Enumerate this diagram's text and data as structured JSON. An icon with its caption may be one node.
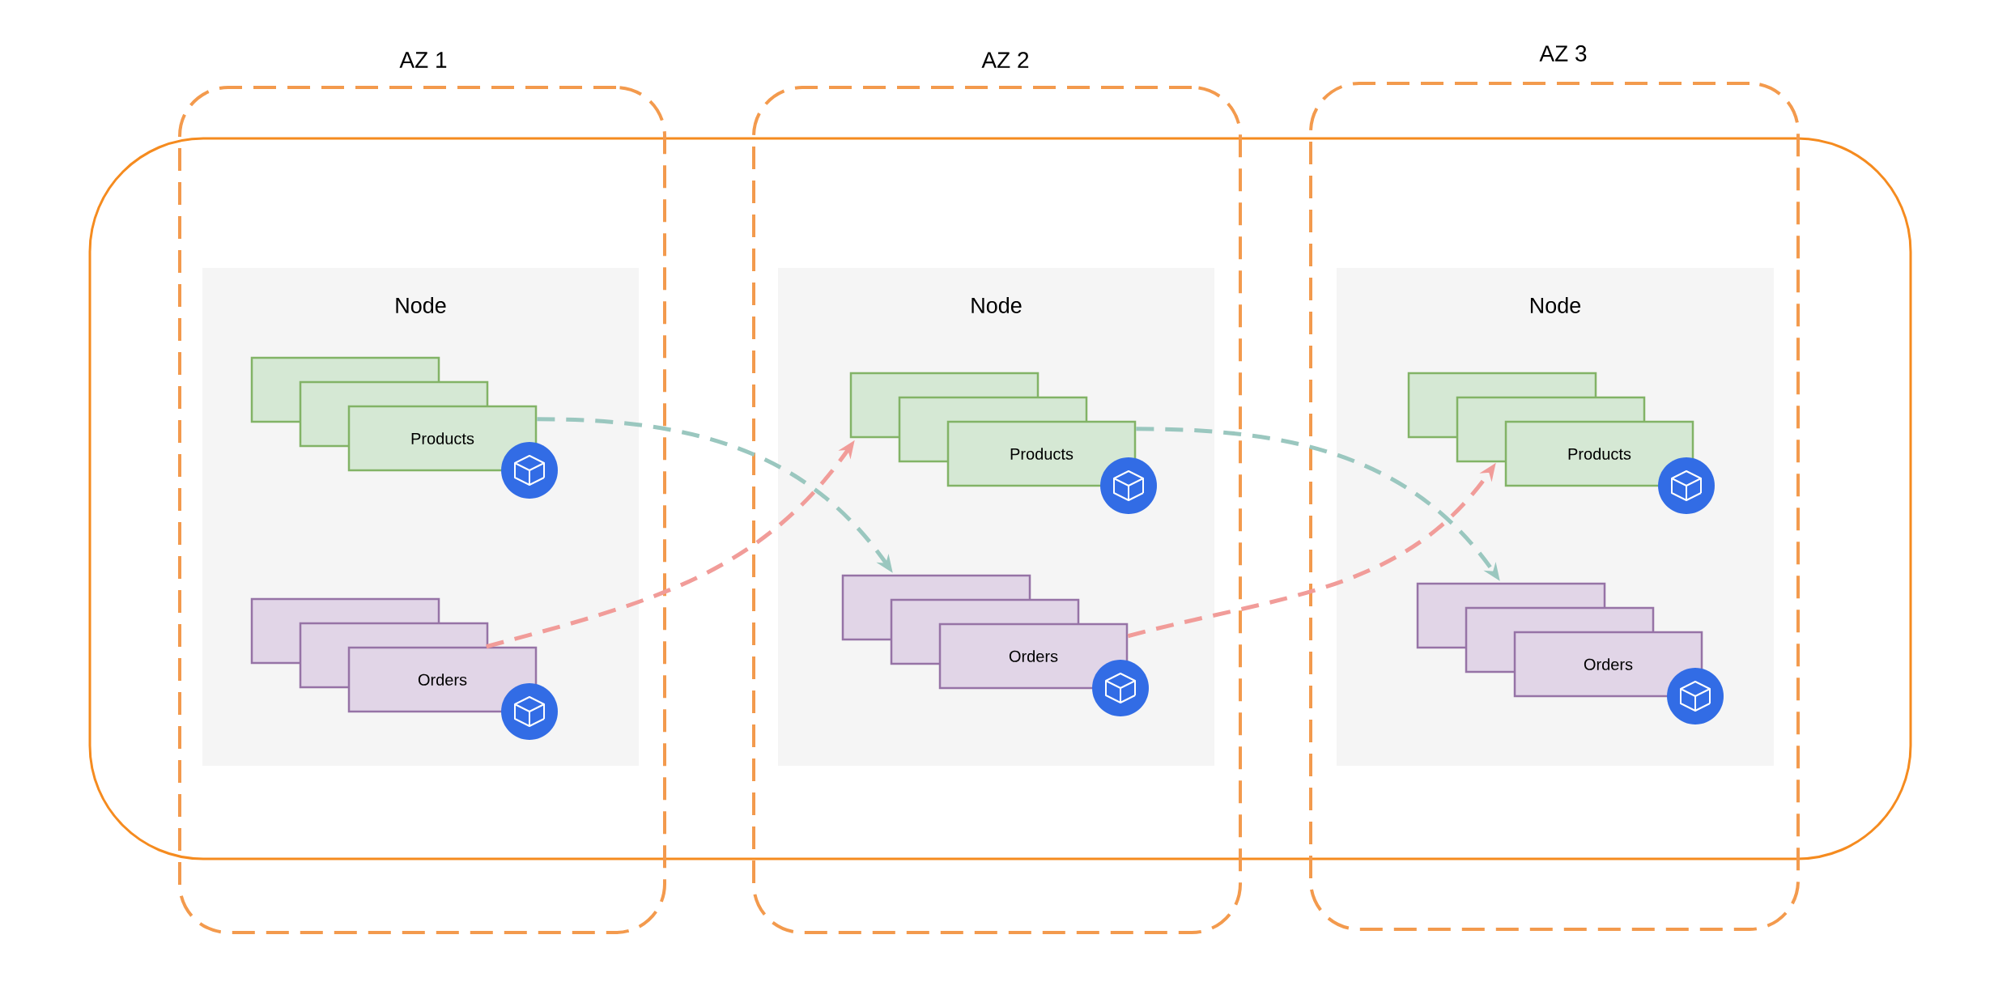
{
  "diagram": {
    "nodes": [
      {
        "text": [
          "AZ 1"
        ]
      },
      {
        "text": [
          "AZ 2"
        ]
      },
      {
        "text": [
          "AZ 3"
        ]
      },
      {
        "text": [
          "Node"
        ],
        "in": 0
      },
      {
        "text": [
          "Products"
        ],
        "in": 3
      },
      {
        "text": [
          "Orders"
        ],
        "in": 3
      },
      {
        "text": [
          "Node"
        ],
        "in": 1
      },
      {
        "text": [
          "Products"
        ],
        "in": 6
      },
      {
        "text": [
          "Orders"
        ],
        "in": 6
      },
      {
        "text": [
          "Node"
        ],
        "in": 2
      },
      {
        "text": [
          "Products"
        ],
        "in": 9
      },
      {
        "text": [
          "Orders"
        ],
        "in": 9
      }
    ],
    "edges": [
      {
        "from": 4,
        "to": 8,
        "arrow": "to",
        "style": "dashed",
        "color": "#9ac7bf"
      },
      {
        "from": 5,
        "to": 7,
        "arrow": "to",
        "style": "dashed",
        "color": "#f19c99"
      },
      {
        "from": 7,
        "to": 11,
        "arrow": "to",
        "style": "dashed",
        "color": "#9ac7bf"
      },
      {
        "from": 8,
        "to": 10,
        "arrow": "to",
        "style": "dashed",
        "color": "#f19c99"
      }
    ]
  }
}
